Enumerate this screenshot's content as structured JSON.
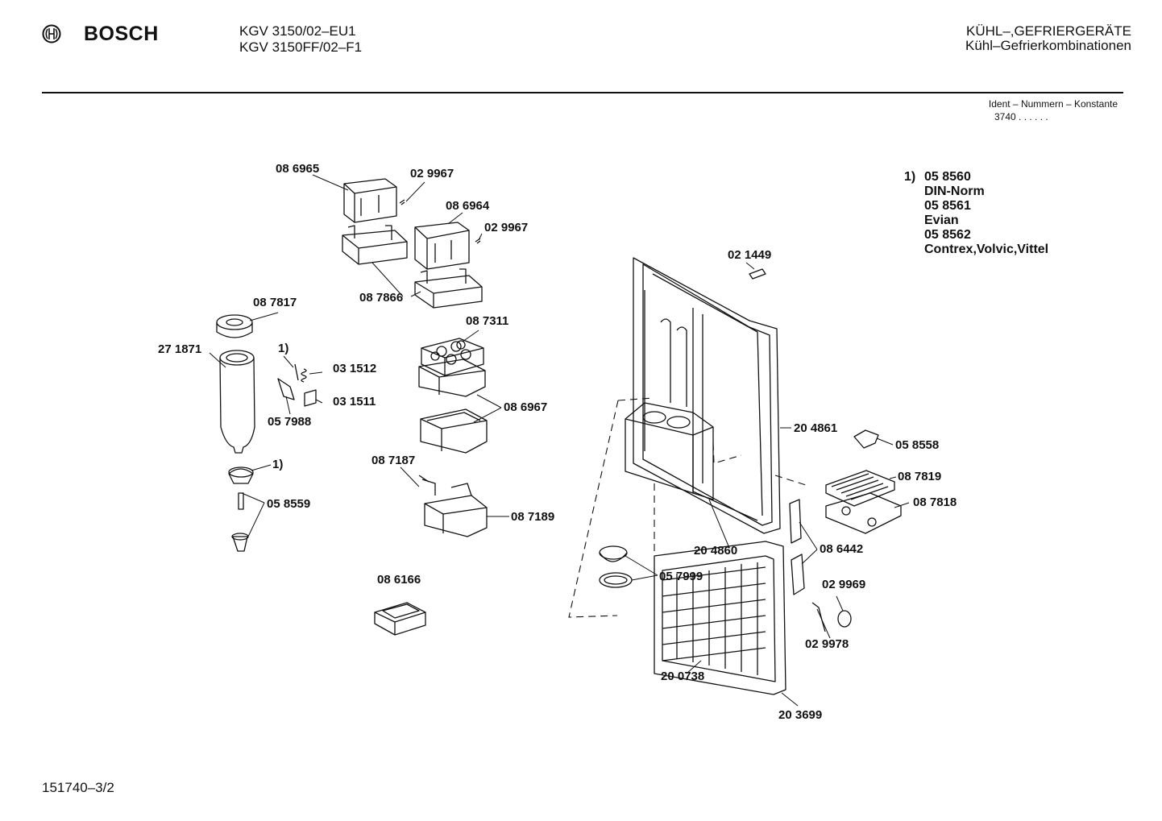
{
  "header": {
    "brand": "BOSCH",
    "model_line_1": "KGV 3150/02–EU1",
    "model_line_2": "KGV 3150FF/02–F1",
    "category_line_1": "KÜHL–,GEFRIERGERÄTE",
    "category_line_2": "Kühl–Gefrierkombinationen",
    "ident_label": "Ident – Nummern – Konstante",
    "ident_value": "3740 . .  . . . ."
  },
  "footnote": {
    "marker": "1)",
    "lines": [
      "05 8560",
      "DIN-Norm",
      "05 8561",
      "Evian",
      "05 8562",
      "Contrex,Volvic,Vittel"
    ]
  },
  "part_labels": {
    "p086965": "08 6965",
    "p029967a": "02 9967",
    "p086964": "08 6964",
    "p029967b": "02 9967",
    "p087866": "08 7866",
    "p087817": "08 7817",
    "p271871": "27 1871",
    "p1a": "1)",
    "p031512": "03 1512",
    "p031511": "03 1511",
    "p057988": "05 7988",
    "p087311": "08 7311",
    "p086967": "08 6967",
    "p1b": "1)",
    "p058559": "05 8559",
    "p087187": "08 7187",
    "p087189": "08 7189",
    "p086166": "08 6166",
    "p021449": "02 1449",
    "p204861": "20 4861",
    "p058558": "05 8558",
    "p087819": "08 7819",
    "p087818": "08 7818",
    "p204860": "20 4860",
    "p086442": "08 6442",
    "p057999": "05 7999",
    "p029969": "02 9969",
    "p029978": "02 9978",
    "p200738": "20 0738",
    "p203699": "20 3699"
  },
  "footer": {
    "doc_number": "151740–3/2"
  }
}
